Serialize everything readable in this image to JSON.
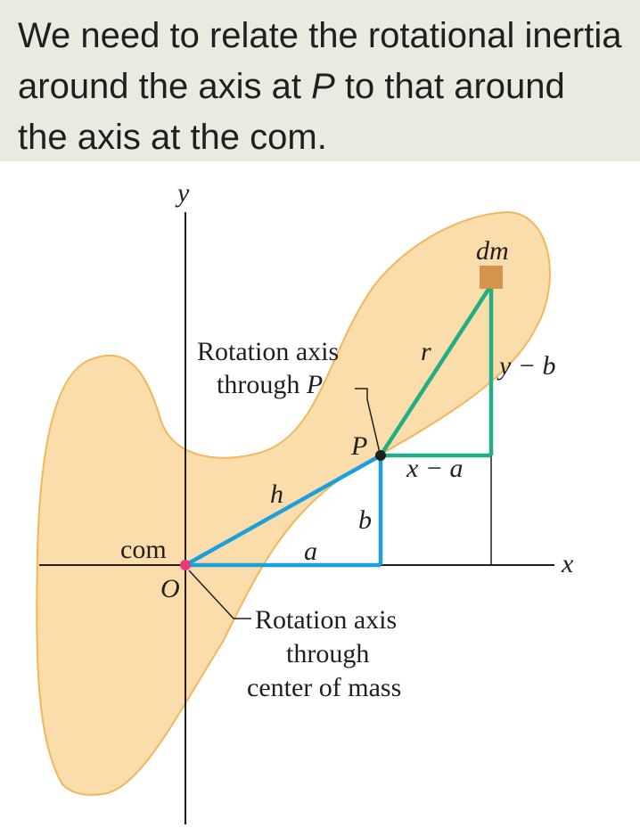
{
  "caption": {
    "text_before": "We need to relate the rotational inertia around the axis at ",
    "point_label": "P",
    "text_after": " to that around the axis at the com."
  },
  "diagram": {
    "axis_x_label": "x",
    "axis_y_label": "y",
    "origin_label": "O",
    "com_label": "com",
    "point_label": "P",
    "mass_element_label": "dm",
    "segment_labels": {
      "h": "h",
      "a": "a",
      "b": "b",
      "r": "r",
      "x_minus_a": "x − a",
      "y_minus_b": "y − b"
    },
    "annotation_axis_p": {
      "line1": "Rotation axis",
      "line2_prefix": "through ",
      "line2_var": "P"
    },
    "annotation_axis_com": {
      "line1": "Rotation axis",
      "line2": "through",
      "line3": "center of mass"
    },
    "colors": {
      "body_fill": "#fbdcab",
      "body_stroke": "#f1b75a",
      "blue_lines": "#1ba0dd",
      "green_lines": "#21ae84",
      "com_dot": "#e83a7c",
      "mass_element": "#d5944b",
      "caption_background": "#e8ece0"
    }
  }
}
